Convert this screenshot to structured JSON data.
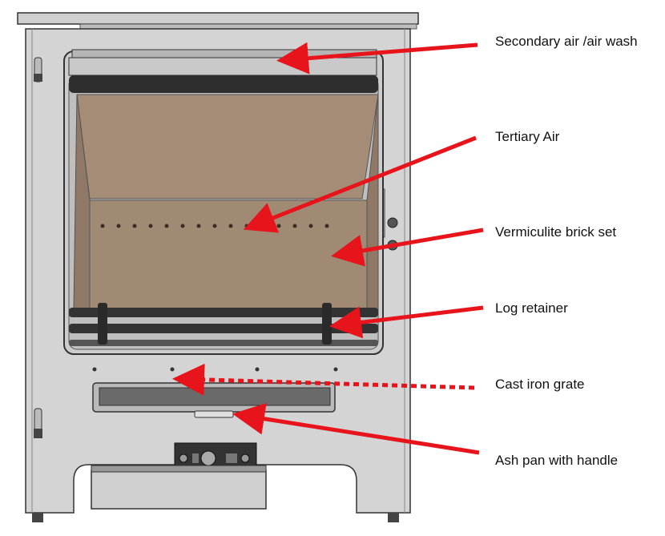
{
  "diagram": {
    "labels": [
      "Secondary air /air wash",
      "Tertiary Air",
      "Vermiculite brick set",
      "Log retainer",
      "Cast iron grate",
      "Ash pan with handle"
    ]
  },
  "colors": {
    "arrow": "#e8141b",
    "stove_body": "#d4d4d4",
    "stove_outline": "#333333",
    "firebox_brick": "#a48c76",
    "firebox_back": "#9c8470",
    "dark_metal": "#3a3a3a"
  }
}
